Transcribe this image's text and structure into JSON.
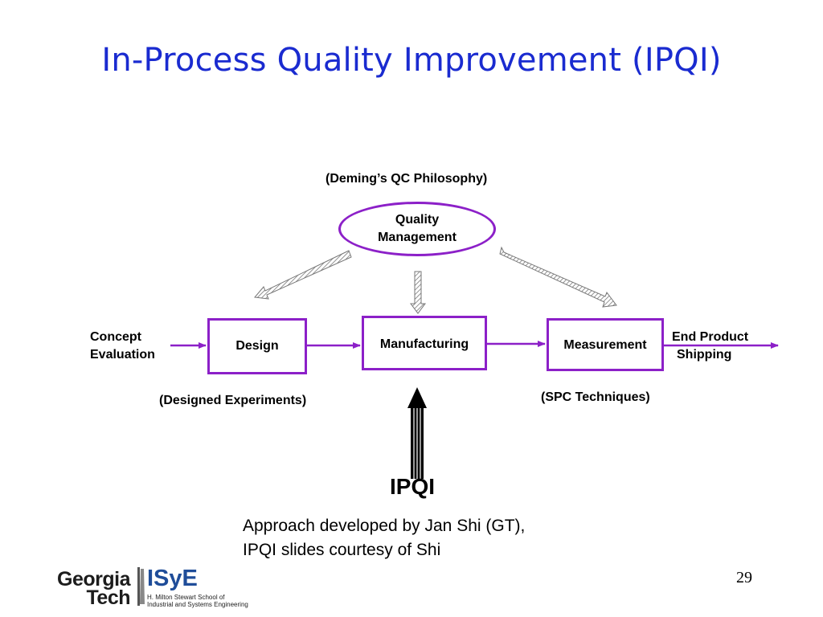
{
  "slide": {
    "title": "In-Process Quality Improvement (IPQI)",
    "page_number": "29"
  },
  "diagram": {
    "philosophy_label": "(Deming’s QC Philosophy)",
    "quality_management": {
      "line1": "Quality",
      "line2": "Management"
    },
    "concept_evaluation": {
      "line1": "Concept",
      "line2": "Evaluation"
    },
    "design": "Design",
    "manufacturing": "Manufacturing",
    "measurement": "Measurement",
    "end_product_shipping": {
      "line1": "End Product",
      "line2": "Shipping"
    },
    "designed_experiments": "(Designed Experiments)",
    "spc_techniques": "(SPC Techniques)",
    "ipqi": "IPQI",
    "note": {
      "line1": "Approach developed by Jan Shi (GT),",
      "line2": "IPQI slides courtesy of Shi"
    },
    "colors": {
      "title": "#1a2bd0",
      "border": "#8c20c8",
      "arrow": "#8c20c8"
    }
  },
  "logo": {
    "georgia": "Georgia",
    "tech": "Tech",
    "isye": "ISyE",
    "school_line1": "H. Milton Stewart School of",
    "school_line2": "Industrial and Systems Engineering"
  }
}
